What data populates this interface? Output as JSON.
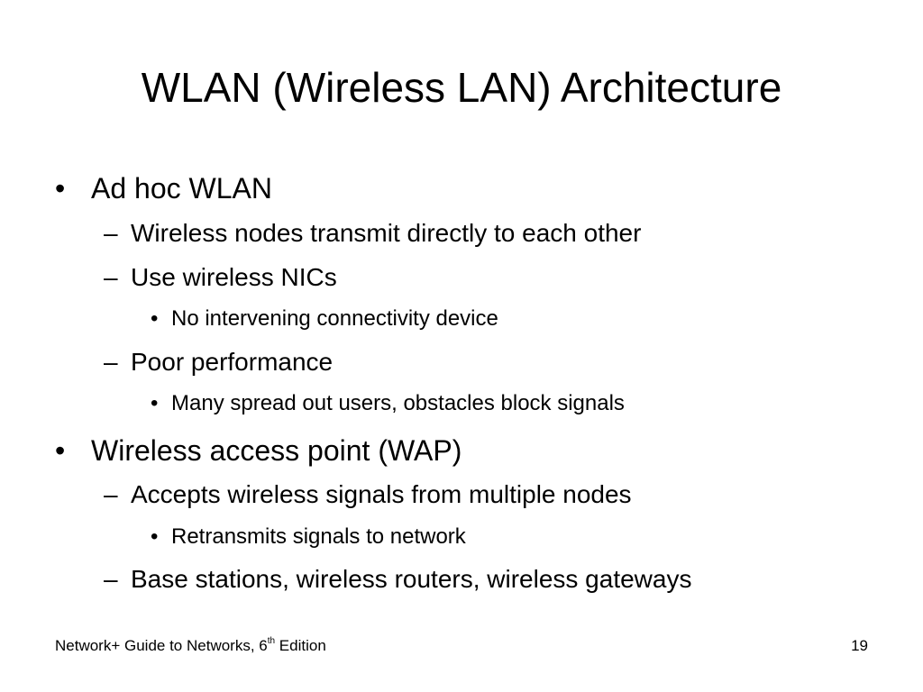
{
  "slide": {
    "title": "WLAN (Wireless LAN) Architecture",
    "bullets": [
      {
        "marker": "•",
        "text": "Ad hoc WLAN"
      },
      {
        "marker": "–",
        "text": "Wireless nodes transmit directly to each other"
      },
      {
        "marker": "–",
        "text": "Use wireless NICs"
      },
      {
        "marker": "•",
        "text": "No intervening connectivity device"
      },
      {
        "marker": "–",
        "text": "Poor performance"
      },
      {
        "marker": "•",
        "text": "Many spread out users, obstacles block signals"
      },
      {
        "marker": "•",
        "text": "Wireless access point (WAP)"
      },
      {
        "marker": "–",
        "text": "Accepts wireless signals from multiple nodes"
      },
      {
        "marker": "•",
        "text": "Retransmits signals to network"
      },
      {
        "marker": "–",
        "text": "Base stations, wireless routers, wireless gateways"
      }
    ],
    "footer": {
      "book_prefix": "Network+ Guide to Networks, 6",
      "superscript": "th",
      "book_suffix": " Edition",
      "page_number": "19"
    }
  }
}
